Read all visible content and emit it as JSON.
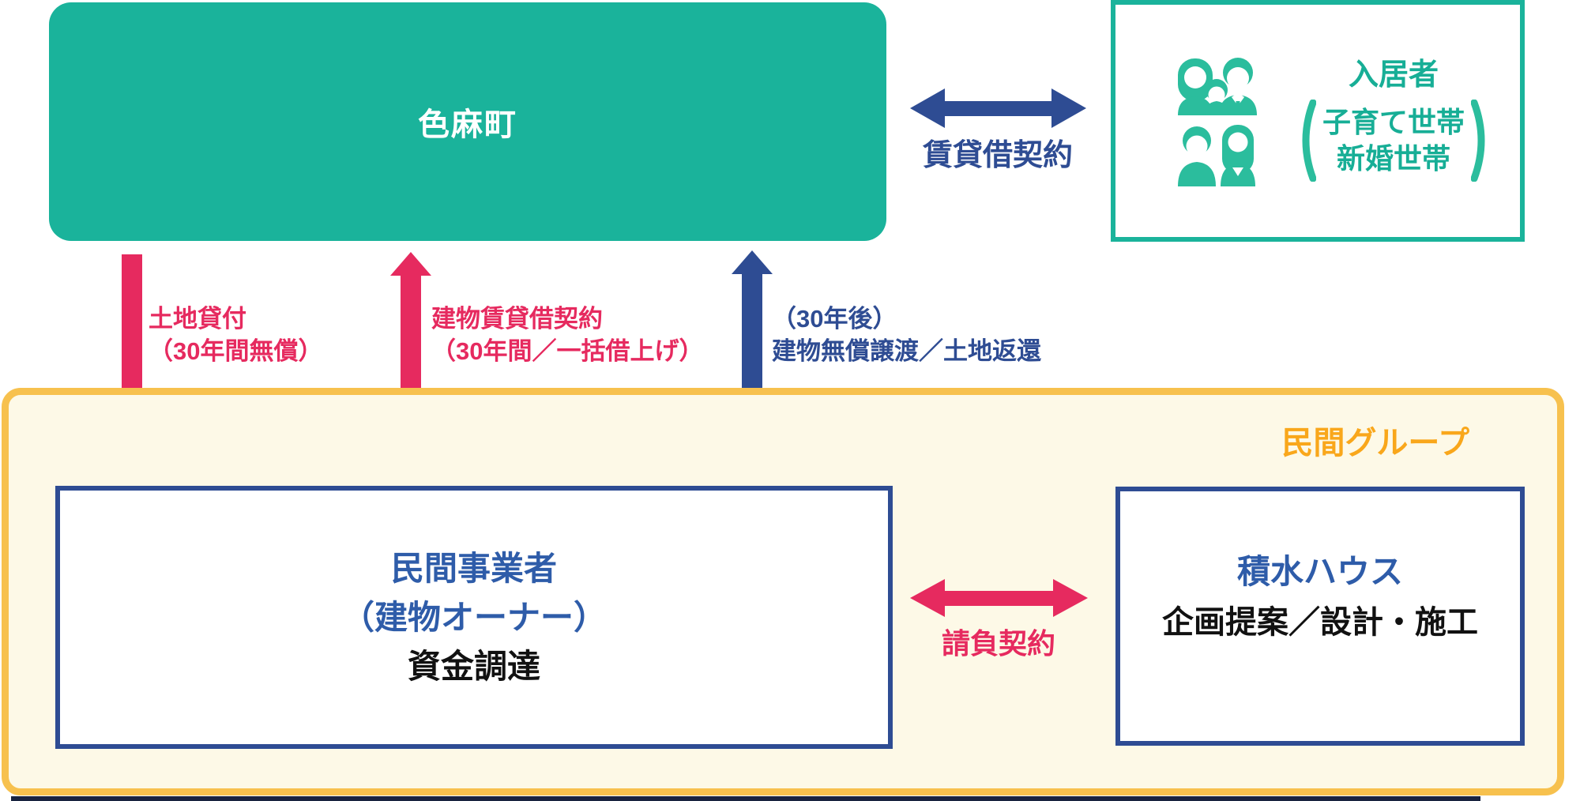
{
  "palette": {
    "teal": "#1AB39B",
    "pink": "#E62A5F",
    "navy": "#2E4C93",
    "box_title_blue": "#2E5CA9",
    "black_text": "#111111",
    "yellow_border": "#F7C14E",
    "cream_fill": "#FDF9E7",
    "orange_text": "#F9A71B",
    "white": "#FFFFFF",
    "bottom_line": "#18233F"
  },
  "town_box": {
    "label": "色麻町"
  },
  "residents_box": {
    "title": "入居者",
    "sub1": "子育て世帯",
    "sub2": "新婚世帯",
    "icons": [
      "family-icon",
      "couple-icon"
    ]
  },
  "lease_arrow": {
    "label": "賃貸借契約"
  },
  "arrows": {
    "land": {
      "line1": "土地貸付",
      "line2": "（30年間無償）"
    },
    "building": {
      "line1": "建物賃貸借契約",
      "line2": "（30年間／一括借上げ）"
    },
    "return": {
      "line1": "（30年後）",
      "line2": "建物無償譲渡／土地返還"
    }
  },
  "group_box": {
    "label": "民間グループ"
  },
  "owner_box": {
    "line1": "民間事業者",
    "line2": "（建物オーナー）",
    "line3": "資金調達"
  },
  "contract_arrow": {
    "label": "請負契約"
  },
  "sekisui_box": {
    "line1": "積水ハウス",
    "line2": "企画提案／設計・施工"
  }
}
